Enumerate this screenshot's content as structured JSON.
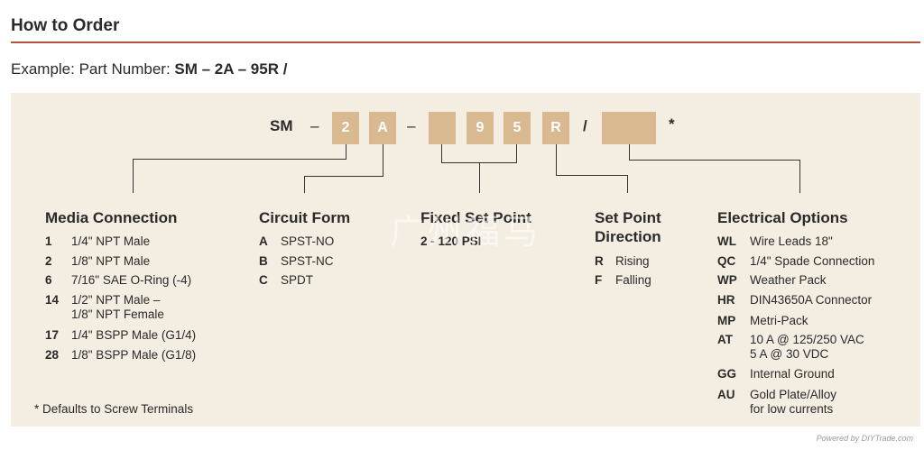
{
  "heading": "How to Order",
  "example": {
    "prefix": "Example: Part Number: ",
    "part_number": "SM – 2A – 95R /"
  },
  "part_code": {
    "sm": "SM",
    "dash1": "–",
    "box1": "2",
    "box2": "A",
    "dash2": "–",
    "box3": "",
    "box4": "9",
    "box5": "5",
    "box6": "R",
    "slash": "/",
    "box7": "",
    "asterisk": "*"
  },
  "media_connection": {
    "title": "Media Connection",
    "rows": [
      {
        "code": "1",
        "text": "1/4\" NPT Male"
      },
      {
        "code": "2",
        "text": "1/8\" NPT Male"
      },
      {
        "code": "6",
        "text": "7/16\" SAE O-Ring (-4)"
      },
      {
        "code": "14",
        "text": "1/2\" NPT Male –",
        "text2": "1/8\" NPT Female"
      },
      {
        "code": "17",
        "text": "1/4\" BSPP Male (G1/4)"
      },
      {
        "code": "28",
        "text": "1/8\" BSPP Male (G1/8)"
      }
    ]
  },
  "circuit_form": {
    "title": "Circuit Form",
    "rows": [
      {
        "code": "A",
        "text": "SPST-NO"
      },
      {
        "code": "B",
        "text": "SPST-NC"
      },
      {
        "code": "C",
        "text": "SPDT"
      }
    ]
  },
  "fixed_set_point": {
    "title": "Fixed Set Point",
    "range": "2 - 120 PSI"
  },
  "set_point_direction": {
    "title_line1": "Set Point",
    "title_line2": "Direction",
    "rows": [
      {
        "code": "R",
        "text": "Rising"
      },
      {
        "code": "F",
        "text": "Falling"
      }
    ]
  },
  "electrical_options": {
    "title": "Electrical Options",
    "rows": [
      {
        "code": "WL",
        "text": "Wire Leads 18\""
      },
      {
        "code": "QC",
        "text": "1/4\" Spade Connection"
      },
      {
        "code": "WP",
        "text": "Weather Pack"
      },
      {
        "code": "HR",
        "text": "DIN43650A Connector"
      },
      {
        "code": "MP",
        "text": "Metri-Pack"
      },
      {
        "code": "AT",
        "text": "10 A @ 125/250 VAC",
        "text2": "5 A @ 30 VDC"
      },
      {
        "code": "GG",
        "text": "Internal Ground"
      },
      {
        "code": "AU",
        "text": "Gold Plate/Alloy",
        "text2": "for low currents"
      }
    ]
  },
  "note": "* Defaults to Screw Terminals",
  "watermark": "广州福马",
  "footer": "Powered by DIYTrade.com",
  "colors": {
    "accent_rule": "#b0553a",
    "panel_bg": "#f4ede1",
    "box_fill": "#d9b98f"
  }
}
